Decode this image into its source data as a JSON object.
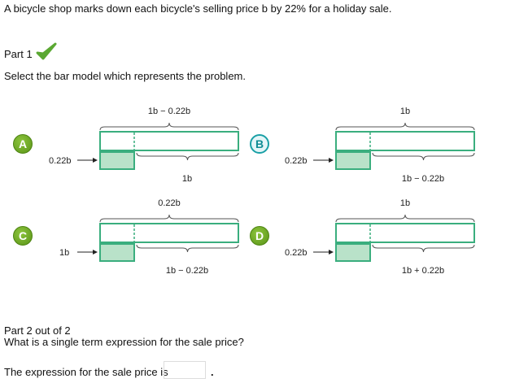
{
  "problem": "A bicycle shop marks down each bicycle's selling price b  by 22% for a holiday sale.",
  "part1": {
    "label": "Part 1",
    "status": "correct",
    "instruction": "Select the bar model which represents the problem."
  },
  "options": [
    {
      "letter": "A",
      "left_label": "0.22b",
      "top_label": "1b − 0.22b",
      "bottom_label": "1b",
      "selected": false
    },
    {
      "letter": "B",
      "left_label": "0.22b",
      "top_label": "1b",
      "bottom_label": "1b − 0.22b",
      "selected": true
    },
    {
      "letter": "C",
      "left_label": "1b",
      "top_label": "0.22b",
      "bottom_label": "1b − 0.22b",
      "selected": false
    },
    {
      "letter": "D",
      "left_label": "0.22b",
      "top_label": "1b",
      "bottom_label": "1b + 0.22b",
      "selected": false
    }
  ],
  "part2": {
    "label": "Part 2 out of 2",
    "question": "What is a single term expression for the sale price?",
    "answer_prefix": "The expression for the sale price is",
    "answer_value": "",
    "answer_suffix": "."
  },
  "colors": {
    "bar": "#3aae7e",
    "fill": "#b9e2c9",
    "check": "#5aa832"
  }
}
